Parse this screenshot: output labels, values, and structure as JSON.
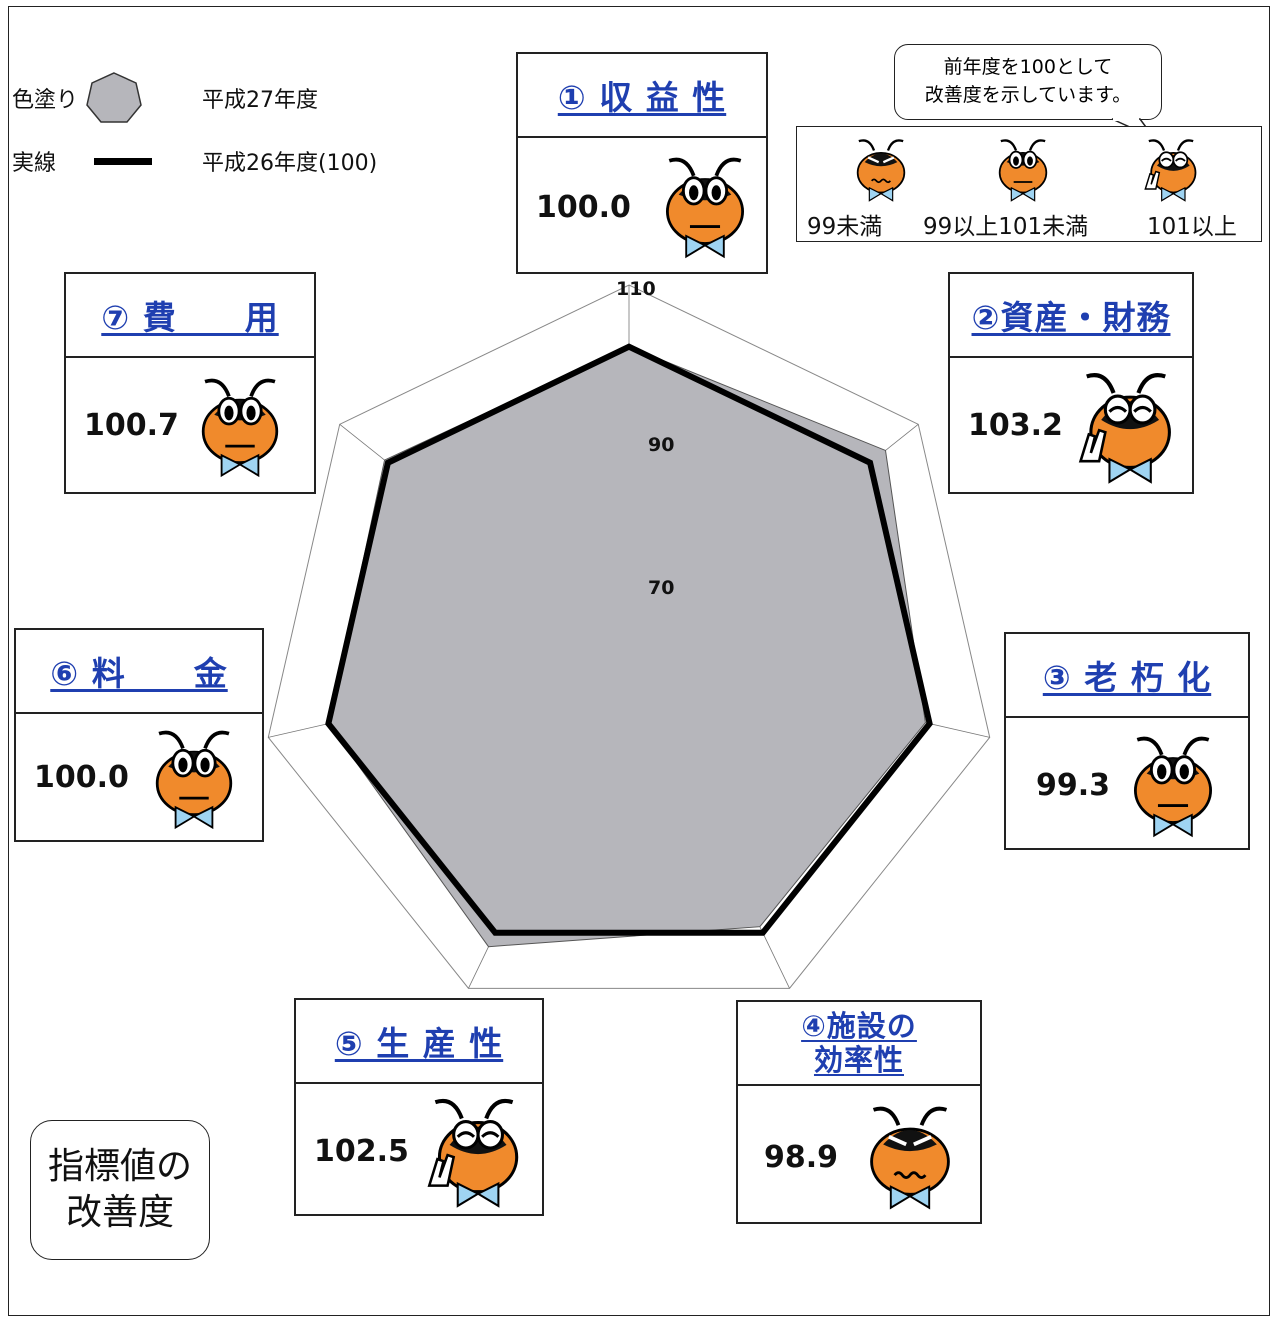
{
  "legend": {
    "fill_label": "色塗り",
    "fill_desc": "平成27年度",
    "line_label": "実線",
    "line_desc": "平成26年度(100)"
  },
  "note": {
    "line1": "前年度を100として",
    "line2": "改善度を示しています。"
  },
  "key": {
    "below": "99未満",
    "mid": "99以上101未満",
    "above": "101以上"
  },
  "index_box": {
    "line1": "指標値の",
    "line2": "改善度"
  },
  "categories": [
    {
      "title": "① 収 益 性",
      "value": "100.0",
      "mood": "neutral"
    },
    {
      "title": "②資産・財務",
      "value": "103.2",
      "mood": "happy"
    },
    {
      "title": "③ 老 朽 化",
      "value": "99.3",
      "mood": "neutral"
    },
    {
      "title_line1": "④施設の",
      "title_line2": "効率性",
      "value": "98.9",
      "mood": "sad"
    },
    {
      "title": "⑤ 生 産 性",
      "value": "102.5",
      "mood": "happy"
    },
    {
      "title": "⑥ 料　　金",
      "value": "100.0",
      "mood": "neutral"
    },
    {
      "title": "⑦ 費　　用",
      "value": "100.7",
      "mood": "neutral"
    }
  ],
  "chart_data": {
    "type": "radar",
    "categories": [
      "① 収益性",
      "②資産・財務",
      "③ 老朽化",
      "④施設の効率性",
      "⑤ 生産性",
      "⑥ 料金",
      "⑦ 費用"
    ],
    "axis_min": 50,
    "axis_max": 110,
    "tick_labels": [
      "70",
      "90",
      "110"
    ],
    "series": [
      {
        "name": "平成27年度",
        "style": "filled",
        "color": "#b6b6bb",
        "values": [
          100.0,
          103.2,
          99.3,
          98.9,
          102.5,
          100.0,
          100.7
        ]
      },
      {
        "name": "平成26年度(100)",
        "style": "line",
        "color": "#000000",
        "values": [
          100,
          100,
          100,
          100,
          100,
          100,
          100
        ]
      }
    ]
  }
}
